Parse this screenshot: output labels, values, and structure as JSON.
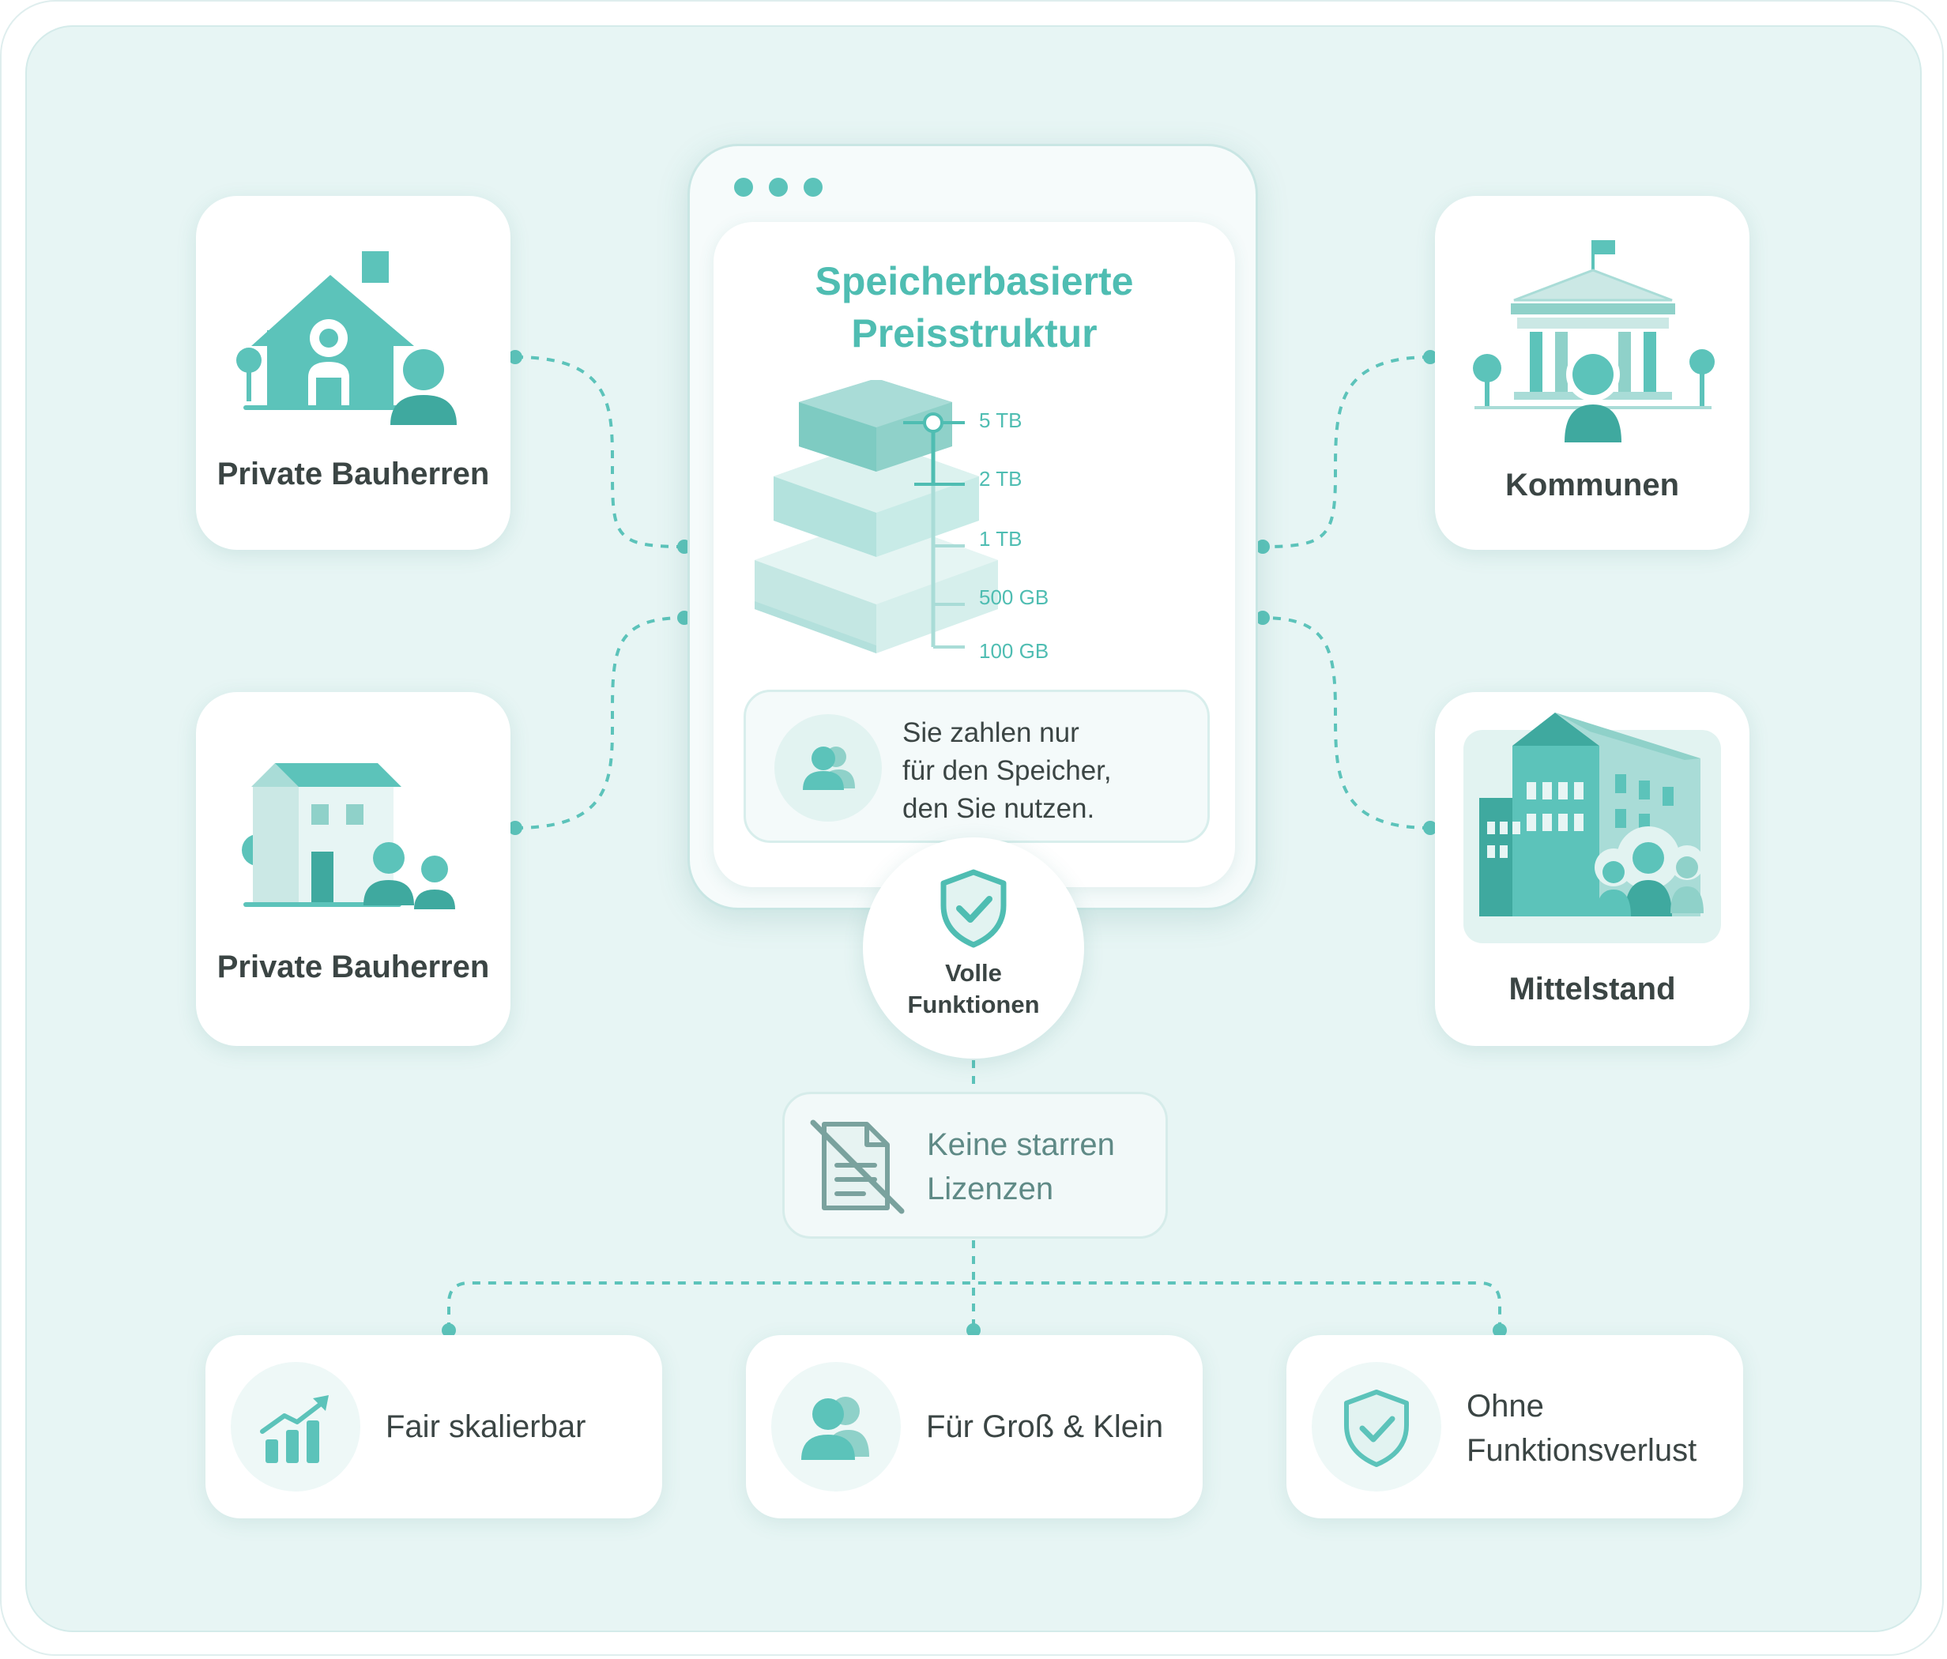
{
  "center": {
    "title_line1": "Speicherbasierte",
    "title_line2": "Preisstruktur",
    "tiers": [
      "5 TB",
      "2 TB",
      "1 TB",
      "500 GB",
      "100 GB"
    ],
    "note": "Sie zahlen nur\nfür den Speicher,\nden Sie nutzen.",
    "badge": "Volle\nFunktionen"
  },
  "segments": {
    "top_left": "Private Bauherren",
    "bottom_left": "Private Bauherren",
    "top_right": "Kommunen",
    "bottom_right": "Mittelstand"
  },
  "license": "Keine starren\nLizenzen",
  "features": [
    {
      "label": "Fair skalierbar",
      "icon": "growth-chart-icon"
    },
    {
      "label": "Für Groß & Klein",
      "icon": "users-icon"
    },
    {
      "label": "Ohne\nFunktionsverlust",
      "icon": "shield-check-icon"
    }
  ],
  "colors": {
    "accent": "#5cc3ba",
    "accent_dark": "#3fa99f",
    "background": "#e7f5f4",
    "text": "#3b4544"
  }
}
